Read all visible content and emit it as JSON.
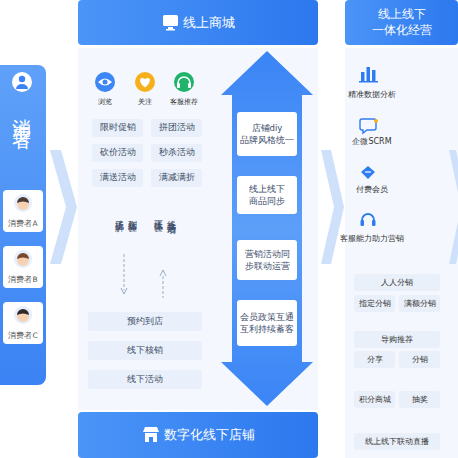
{
  "diagram": {
    "nodes": [
      {
        "text": [
          "消费者"
        ]
      },
      {
        "text": [
          "消费者A"
        ],
        "in": 0
      },
      {
        "text": [
          "消费者B"
        ],
        "in": 0
      },
      {
        "text": [
          "消费者C"
        ],
        "in": 0
      },
      {
        "text": [
          "线上商城"
        ]
      },
      {
        "text": [
          "限时促销"
        ]
      },
      {
        "text": [
          "拼团活动"
        ]
      },
      {
        "text": [
          "砍价活动"
        ]
      },
      {
        "text": [
          "秒杀活动"
        ]
      },
      {
        "text": [
          "满送活动"
        ]
      },
      {
        "text": [
          "满减满折"
        ]
      },
      {
        "text": [
          "预约到店"
        ]
      },
      {
        "text": [
          "线下核销"
        ]
      },
      {
        "text": [
          "线下活动"
        ]
      },
      {
        "text": [
          "店铺diy 品牌风格统一"
        ]
      },
      {
        "text": [
          "线上线下 商品同步"
        ]
      },
      {
        "text": [
          "营销活动同 步联动运营"
        ]
      },
      {
        "text": [
          "会员政策互通 互利持续蓄客"
        ]
      },
      {
        "text": [
          "数字化线下店铺"
        ]
      },
      {
        "text": [
          "线上线下 一体化经营"
        ]
      },
      {
        "text": [
          "人人分销"
        ]
      },
      {
        "text": [
          "指定分销"
        ]
      },
      {
        "text": [
          "满额分销"
        ]
      },
      {
        "text": [
          "导购推荐"
        ]
      },
      {
        "text": [
          "分享"
        ]
      },
      {
        "text": [
          "分销"
        ]
      },
      {
        "text": [
          "积分商城"
        ]
      },
      {
        "text": [
          "抽奖"
        ]
      },
      {
        "text": [
          "线上线下联动直播"
        ]
      }
    ],
    "edges": [
      {
        "from": 4,
        "to": 18,
        "arrow": "both"
      }
    ],
    "labels": [
      "浏览",
      "关注",
      "客服推荐",
      "线上了解",
      "到店体验",
      "线下体验",
      "线上参与活动",
      "精准数据分析",
      "企微SCRM",
      "付费会员",
      "客服能力助力营销"
    ]
  }
}
